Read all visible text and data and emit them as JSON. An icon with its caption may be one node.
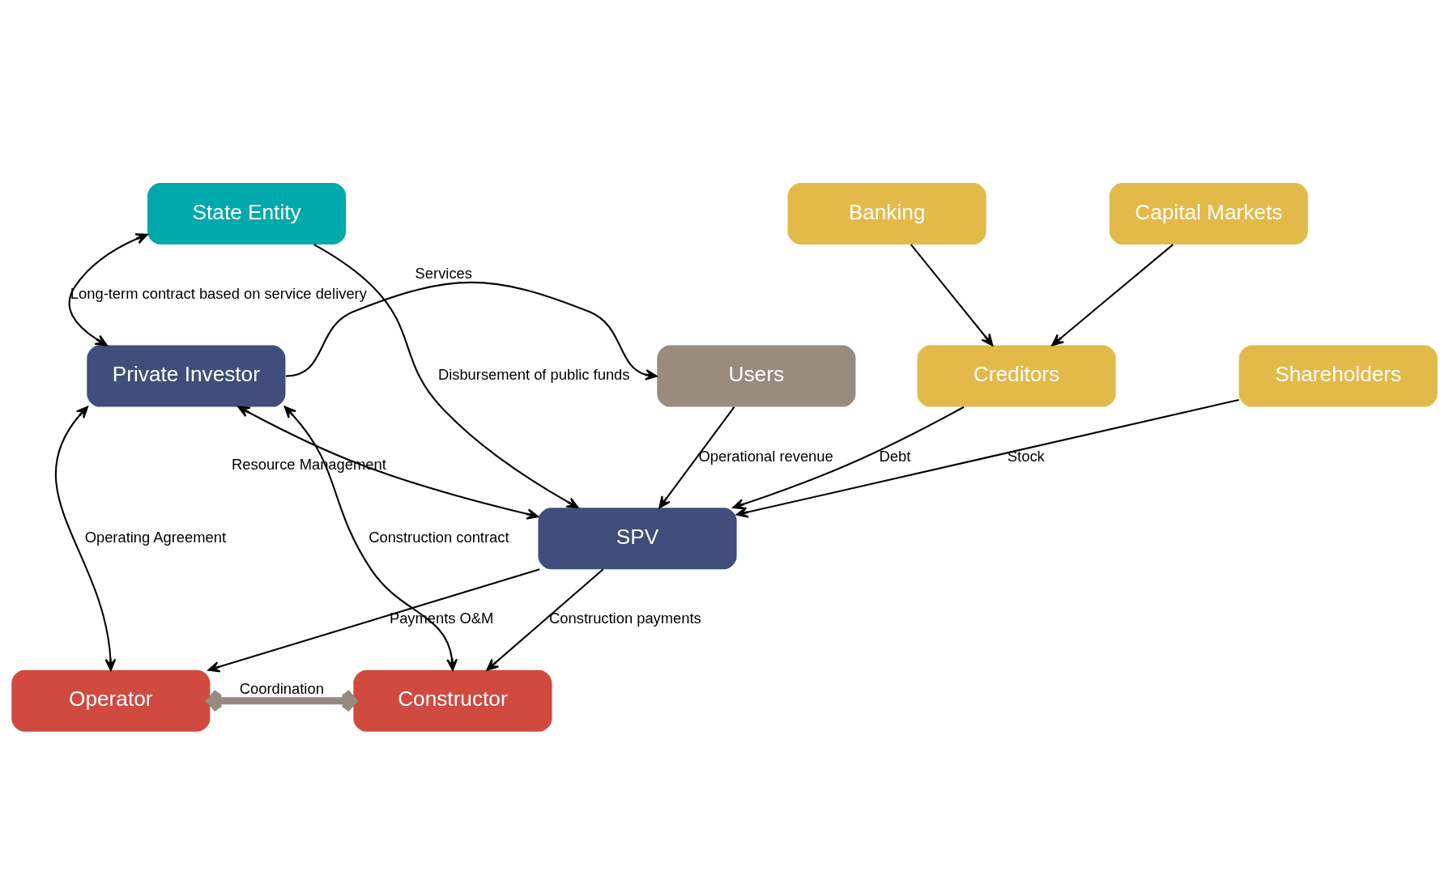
{
  "diagram": {
    "nodes": [
      {
        "text": [
          "State Entity"
        ]
      },
      {
        "text": [
          "Private Investor"
        ]
      },
      {
        "text": [
          "Users"
        ]
      },
      {
        "text": [
          "Banking"
        ]
      },
      {
        "text": [
          "Capital Markets"
        ]
      },
      {
        "text": [
          "Creditors"
        ]
      },
      {
        "text": [
          "Shareholders"
        ]
      },
      {
        "text": [
          "SPV"
        ]
      },
      {
        "text": [
          "Operator"
        ]
      },
      {
        "text": [
          "Constructor"
        ]
      }
    ],
    "edges": [
      {
        "from": 0,
        "to": 1,
        "arrow": "both",
        "label": "Long-term contract based on service delivery"
      },
      {
        "from": 0,
        "to": 7,
        "arrow": "to",
        "label": "Disbursement of public funds"
      },
      {
        "from": 1,
        "to": 2,
        "arrow": "to",
        "label": "Services"
      },
      {
        "from": 3,
        "to": 5,
        "arrow": "to"
      },
      {
        "from": 4,
        "to": 5,
        "arrow": "to"
      },
      {
        "from": 5,
        "to": 7,
        "arrow": "to",
        "label": "Debt"
      },
      {
        "from": 6,
        "to": 7,
        "arrow": "to",
        "label": "Stock"
      },
      {
        "from": 1,
        "to": 7,
        "arrow": "both",
        "label": "Resource Management"
      },
      {
        "from": 2,
        "to": 7,
        "arrow": "to",
        "label": "Operational revenue"
      },
      {
        "from": 8,
        "to": 1,
        "arrow": "both",
        "label": "Operating Agreement"
      },
      {
        "from": 7,
        "to": 8,
        "arrow": "to",
        "label": "Payments O&M"
      },
      {
        "from": 7,
        "to": 9,
        "arrow": "to",
        "label": "Construction payments"
      },
      {
        "from": 9,
        "to": 1,
        "arrow": "both",
        "label": "Construction contract"
      },
      {
        "from": 8,
        "to": 9,
        "arrow": "both",
        "label": "Coordination",
        "style": "thick",
        "color": "#958a80"
      }
    ]
  }
}
